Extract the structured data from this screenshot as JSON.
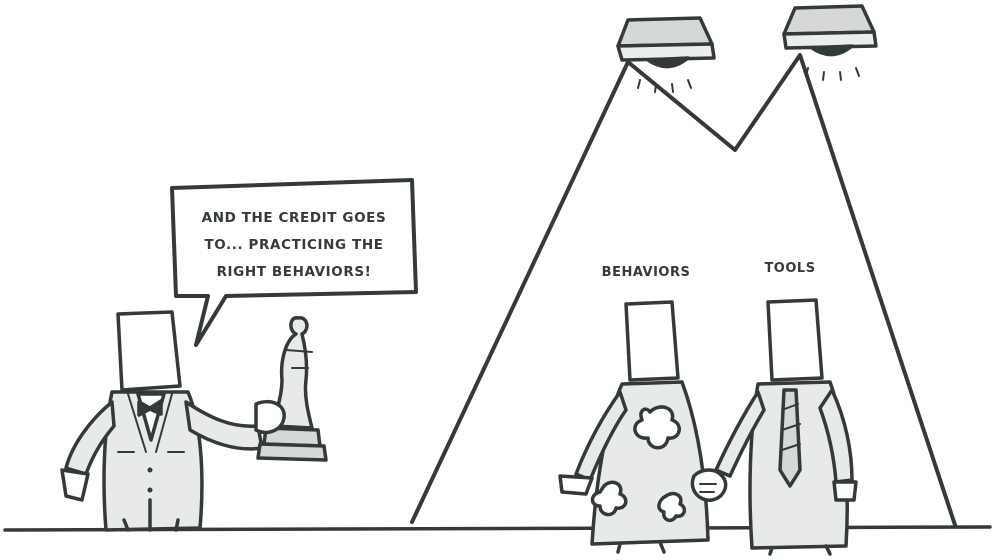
{
  "speech_bubble": {
    "lines": [
      "AND THE CREDIT GOES",
      "TO... PRACTICING THE",
      "RIGHT BEHAVIORS!"
    ]
  },
  "labels": {
    "behaviors": "BEHAVIORS",
    "tools": "TOOLS"
  },
  "colors": {
    "ink": "#333a37",
    "shading": "#e7eae8",
    "lamp": "#d5d8d6",
    "background": "#ffffff"
  }
}
